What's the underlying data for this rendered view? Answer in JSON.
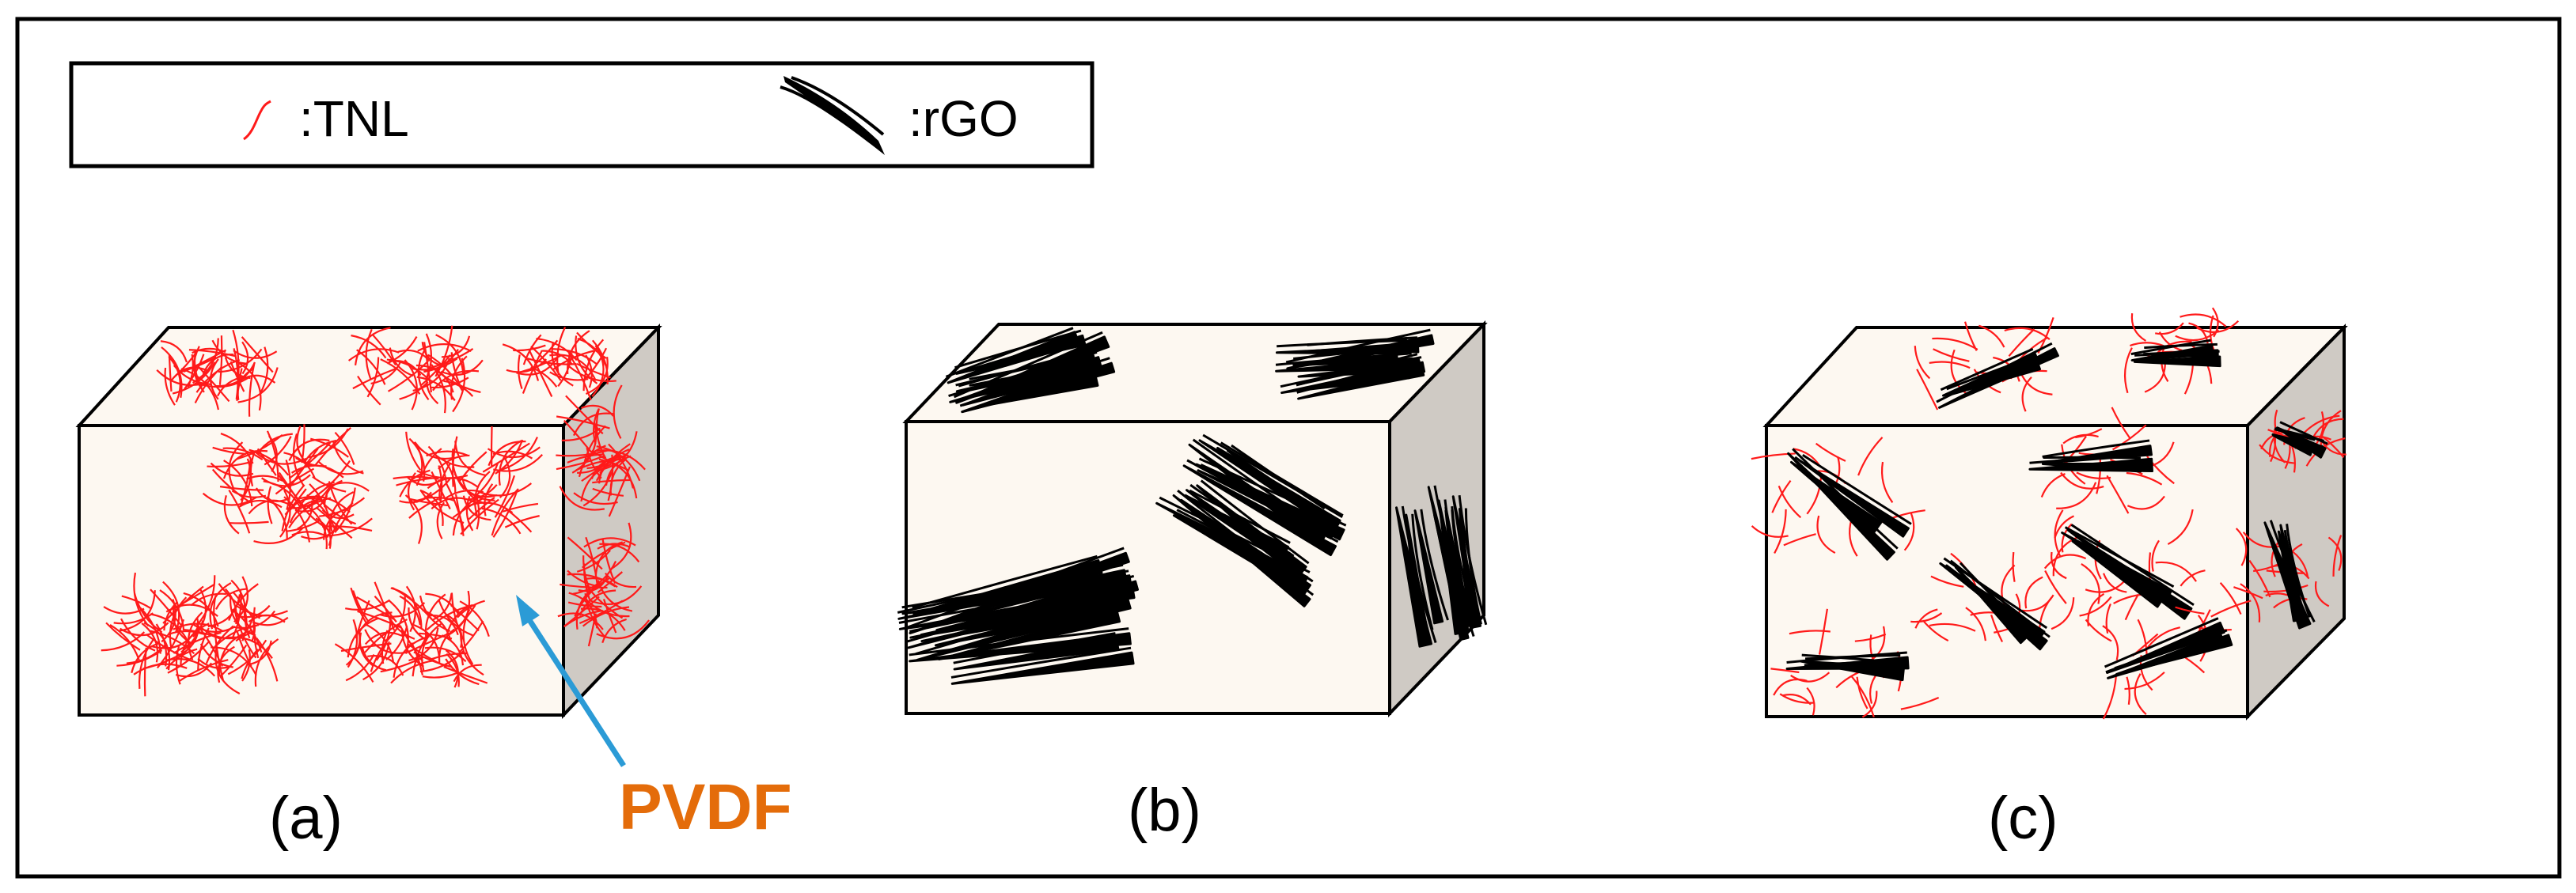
{
  "legend": {
    "tnl_label": ":TNL",
    "rgo_label": ":rGO"
  },
  "panels": [
    {
      "id": "a",
      "caption": "(a)",
      "content": "tnl-clusters"
    },
    {
      "id": "b",
      "caption": "(b)",
      "content": "rgo-stacks"
    },
    {
      "id": "c",
      "caption": "(c)",
      "content": "tnl-rgo-hybrid"
    }
  ],
  "annotation": {
    "label": "PVDF",
    "points_to": "matrix of block (a)"
  },
  "colors": {
    "tnl": "#ff1a1a",
    "rgo": "#000000",
    "block_face": "#fdf8f1",
    "block_side": "#cfcac4",
    "pvdf_text": "#e46c0a",
    "pvdf_arrow": "#2b9bd6",
    "outline": "#000000"
  }
}
